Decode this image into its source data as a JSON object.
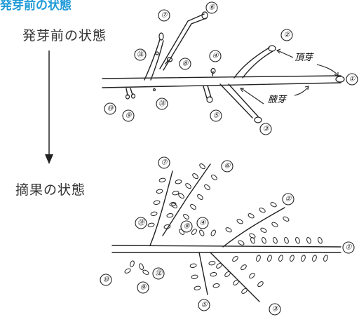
{
  "heading": "発芽前の状態",
  "stages": {
    "before": "発芽前の状態",
    "after": "摘果の状態"
  },
  "annotations": {
    "terminal_bud": "頂芽",
    "axillary_bud": "腋芽"
  },
  "bud_numbers": [
    "①",
    "②",
    "③",
    "④",
    "⑤",
    "⑥",
    "⑦",
    "⑧",
    "⑨",
    "⑩",
    "㊟",
    "㊟"
  ],
  "colors": {
    "heading": "#1f9ad8",
    "line": "#222222",
    "text": "#333333"
  }
}
